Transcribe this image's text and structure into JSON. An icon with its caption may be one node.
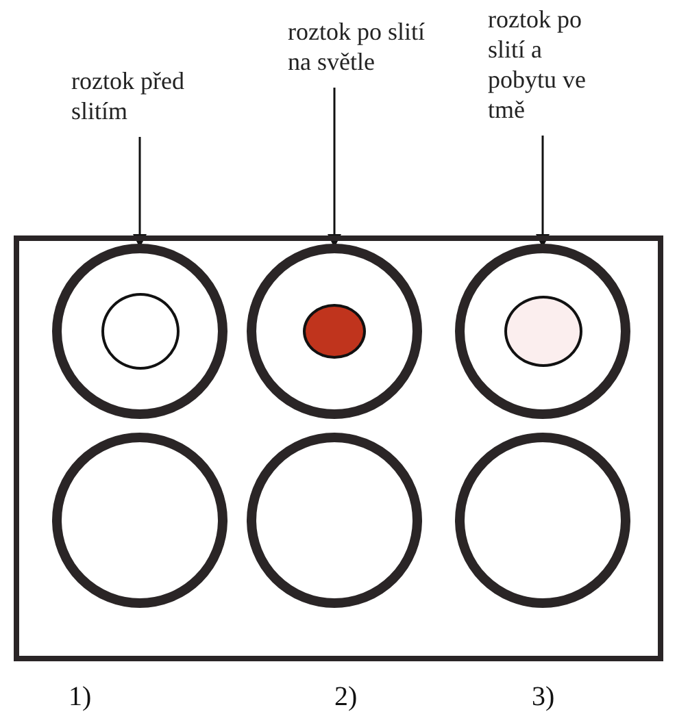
{
  "diagram": {
    "nodes": [
      {
        "text": [
          "roztok před slitím"
        ]
      },
      {
        "text": [
          "roztok po slití na světle"
        ]
      },
      {
        "text": [
          "roztok po slití a pobytu ve tmě"
        ]
      },
      {
        "text": [],
        "shape": "box"
      },
      {
        "text": [],
        "shape": "circle",
        "in": 3
      },
      {
        "text": [],
        "shape": "circle",
        "in": 3
      },
      {
        "text": [],
        "shape": "circle",
        "in": 3
      },
      {
        "text": [],
        "shape": "circle",
        "in": 3
      },
      {
        "text": [],
        "shape": "circle",
        "in": 3
      },
      {
        "text": [],
        "shape": "circle",
        "in": 3
      }
    ],
    "edges": [
      {
        "from": 0,
        "to": 4,
        "arrow": "to"
      },
      {
        "from": 1,
        "to": 5,
        "arrow": "to"
      },
      {
        "from": 2,
        "to": 6,
        "arrow": "to"
      }
    ],
    "labels": [
      "1)",
      "2)",
      "3)"
    ]
  }
}
